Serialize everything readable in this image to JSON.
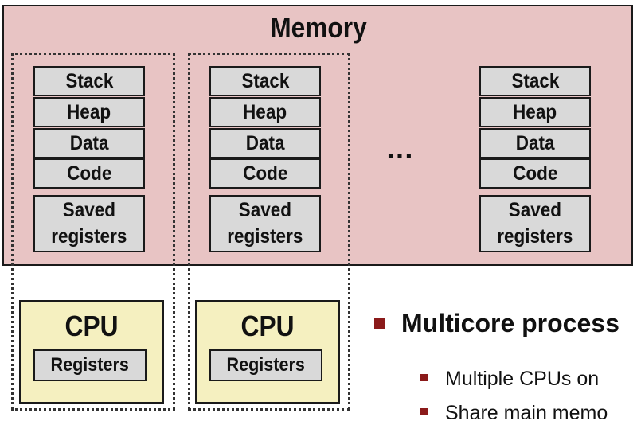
{
  "memory": {
    "title": "Memory",
    "segments": [
      "Stack",
      "Heap",
      "Data",
      "Code"
    ],
    "saved_line1": "Saved",
    "saved_line2": "registers",
    "ellipsis": "…"
  },
  "cpus": [
    {
      "title": "CPU",
      "registers": "Registers"
    },
    {
      "title": "CPU",
      "registers": "Registers"
    }
  ],
  "bullets": {
    "main": "Multicore process",
    "subs": [
      "Multiple CPUs on",
      "Share main memo"
    ]
  },
  "colors": {
    "memory_bg": "#e8c4c4",
    "segment_bg": "#d9d9d9",
    "cpu_bg": "#f5f0c0",
    "bullet": "#8b1a1a"
  }
}
